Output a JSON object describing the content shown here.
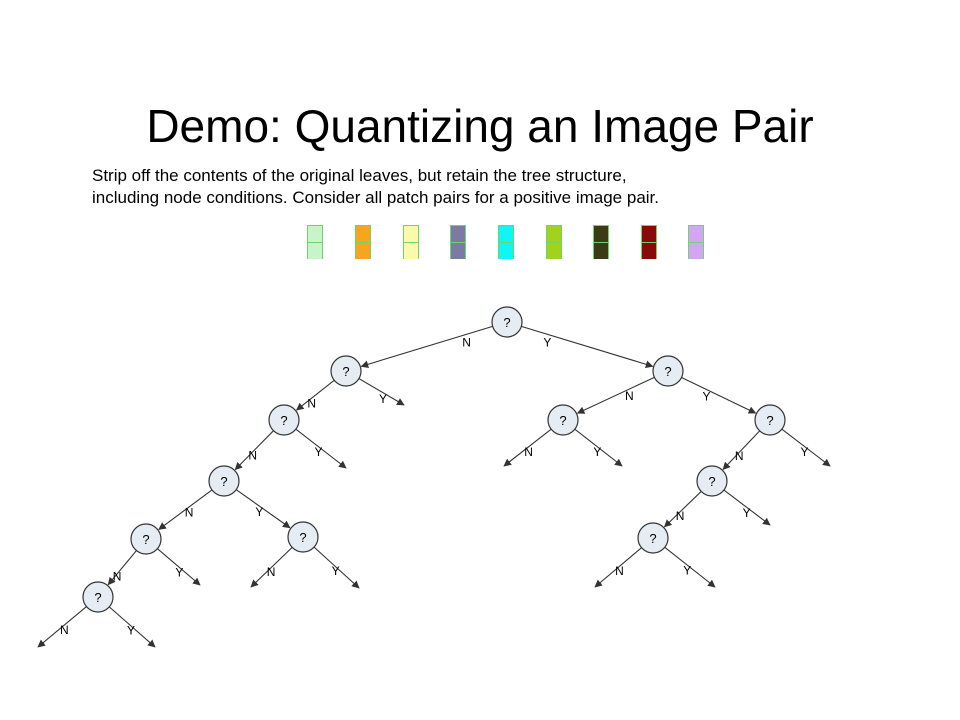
{
  "title": "Demo: Quantizing an Image Pair",
  "caption": {
    "line1": "Strip off the contents of the original leaves, but retain the tree structure,",
    "line2": "including node conditions. Consider all patch pairs for a positive image pair."
  },
  "patch_pairs": [
    {
      "color": "#c8f5c8"
    },
    {
      "color": "#f5a51e"
    },
    {
      "color": "#fafaaa"
    },
    {
      "color": "#7a7aa5"
    },
    {
      "color": "#10f5f5"
    },
    {
      "color": "#a0d21e"
    },
    {
      "color": "#3c3c14"
    },
    {
      "color": "#8a0a0a"
    },
    {
      "color": "#d2a5f5"
    }
  ],
  "tree": {
    "node_label": "?",
    "no_label": "N",
    "yes_label": "Y",
    "colors": {
      "node_fill": "#e6ecf4",
      "node_stroke": "#333333",
      "edge": "#333333"
    }
  }
}
